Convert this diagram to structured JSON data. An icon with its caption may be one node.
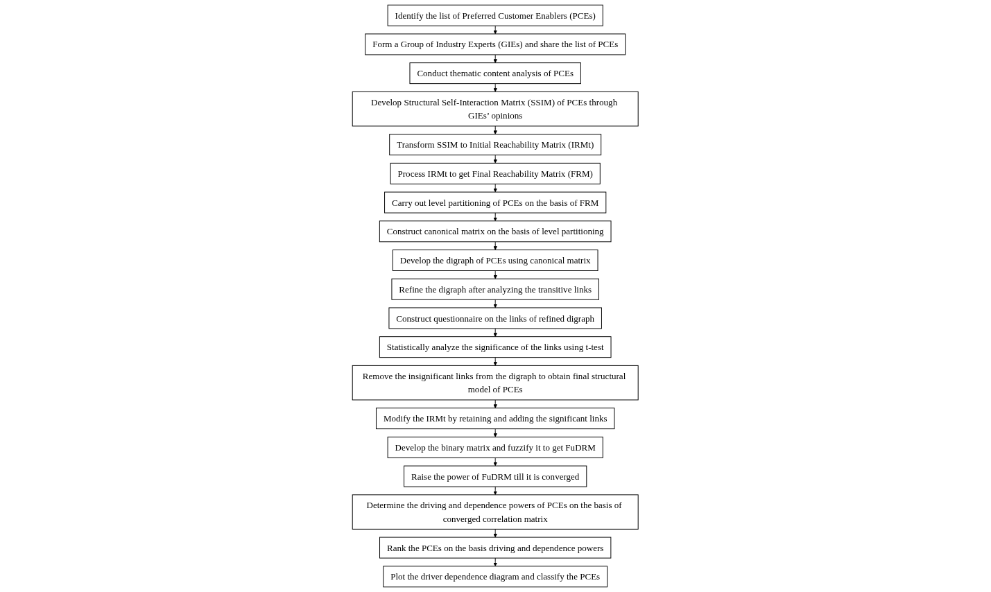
{
  "diagram": {
    "nodes": [
      {
        "text": [
          "Identify the list of Preferred Customer Enablers (PCEs)"
        ]
      },
      {
        "text": [
          "Form a Group of Industry Experts (GIEs) and share the list of PCEs"
        ]
      },
      {
        "text": [
          "Conduct thematic content analysis of PCEs"
        ]
      },
      {
        "text": [
          "Develop Structural Self-Interaction Matrix (SSIM) of PCEs through GIEs’ opinions"
        ]
      },
      {
        "text": [
          "Transform SSIM to Initial Reachability Matrix (IRMt)"
        ]
      },
      {
        "text": [
          "Process IRMt to get Final Reachability Matrix (FRM)"
        ]
      },
      {
        "text": [
          "Carry out level partitioning of PCEs on the basis of FRM"
        ]
      },
      {
        "text": [
          "Construct canonical matrix on the basis of level partitioning"
        ]
      },
      {
        "text": [
          "Develop the digraph of PCEs using canonical matrix"
        ]
      },
      {
        "text": [
          "Refine the digraph after analyzing the transitive links"
        ]
      },
      {
        "text": [
          "Construct questionnaire on the links of refined digraph"
        ]
      },
      {
        "text": [
          "Statistically analyze the significance of the links using t-test"
        ]
      },
      {
        "text": [
          "Remove the insignificant links from the digraph to obtain final structural model of PCEs"
        ]
      },
      {
        "text": [
          "Modify the IRMt by retaining and adding the significant links"
        ]
      },
      {
        "text": [
          "Develop the binary matrix and fuzzify it to get FuDRM"
        ]
      },
      {
        "text": [
          "Raise the power of FuDRM till it is converged"
        ]
      },
      {
        "text": [
          "Determine the driving and dependence powers of PCEs on the basis of converged correlation matrix"
        ]
      },
      {
        "text": [
          "Rank the PCEs on the basis driving and dependence powers"
        ]
      },
      {
        "text": [
          "Plot the driver dependence diagram and classify the PCEs"
        ]
      }
    ],
    "edges": [
      {
        "from": 0,
        "to": 1,
        "arrow": "to"
      },
      {
        "from": 1,
        "to": 2,
        "arrow": "to"
      },
      {
        "from": 2,
        "to": 3,
        "arrow": "to"
      },
      {
        "from": 3,
        "to": 4,
        "arrow": "to"
      },
      {
        "from": 4,
        "to": 5,
        "arrow": "to"
      },
      {
        "from": 5,
        "to": 6,
        "arrow": "to"
      },
      {
        "from": 6,
        "to": 7,
        "arrow": "to"
      },
      {
        "from": 7,
        "to": 8,
        "arrow": "to"
      },
      {
        "from": 8,
        "to": 9,
        "arrow": "to"
      },
      {
        "from": 9,
        "to": 10,
        "arrow": "to"
      },
      {
        "from": 10,
        "to": 11,
        "arrow": "to"
      },
      {
        "from": 11,
        "to": 12,
        "arrow": "to"
      },
      {
        "from": 12,
        "to": 13,
        "arrow": "to"
      },
      {
        "from": 13,
        "to": 14,
        "arrow": "to"
      },
      {
        "from": 14,
        "to": 15,
        "arrow": "to"
      },
      {
        "from": 15,
        "to": 16,
        "arrow": "to"
      },
      {
        "from": 16,
        "to": 17,
        "arrow": "to"
      },
      {
        "from": 17,
        "to": 18,
        "arrow": "to"
      }
    ]
  }
}
